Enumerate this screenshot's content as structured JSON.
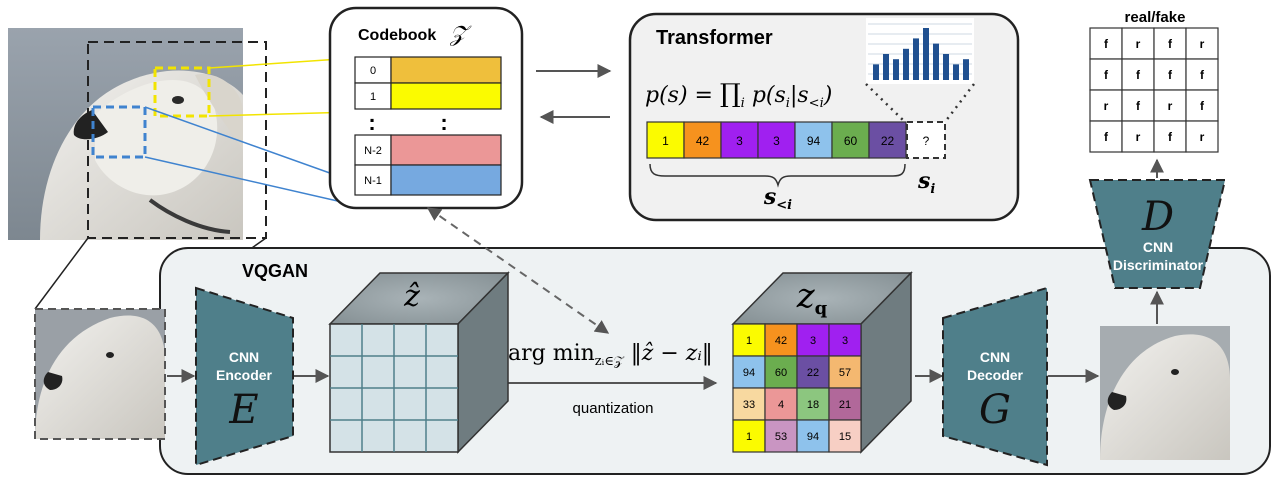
{
  "codebook": {
    "title": "Codebook",
    "symbol": "𝒵",
    "rows": [
      {
        "index": "0",
        "color": "#efbf3c"
      },
      {
        "index": "1",
        "color": "#fbfb00"
      },
      {
        "index": "N-2",
        "color": "#eb9797"
      },
      {
        "index": "N-1",
        "color": "#76a9e0"
      }
    ],
    "dots": ":"
  },
  "transformer": {
    "title": "Transformer",
    "formula_lhs": "p(s) = ",
    "formula_prod": "∏",
    "formula_sub": "i",
    "formula_rhs": " p(s",
    "formula_rhs_sub": "i",
    "formula_rhs2": "|s",
    "formula_rhs2_sub": "<i",
    "formula_close": ")",
    "tokens": [
      {
        "value": "1",
        "color": "#fbfb00"
      },
      {
        "value": "42",
        "color": "#f6921e"
      },
      {
        "value": "3",
        "color": "#a020f0"
      },
      {
        "value": "3",
        "color": "#a020f0"
      },
      {
        "value": "94",
        "color": "#8ec2ec"
      },
      {
        "value": "60",
        "color": "#6bad4f"
      },
      {
        "value": "22",
        "color": "#6b4fa3"
      }
    ],
    "next_token": "?",
    "brace_label": "s",
    "brace_sub": "<i",
    "next_label": "s",
    "next_sub": "i",
    "histogram": [
      3,
      5,
      4,
      6,
      8,
      10,
      7,
      5,
      3,
      4
    ]
  },
  "discriminator": {
    "heading": "real/fake",
    "grid": [
      [
        "f",
        "r",
        "f",
        "r"
      ],
      [
        "f",
        "f",
        "f",
        "f"
      ],
      [
        "r",
        "f",
        "r",
        "f"
      ],
      [
        "f",
        "r",
        "f",
        "r"
      ]
    ],
    "letter": "D",
    "line1": "CNN",
    "line2": "Discriminator"
  },
  "vqgan": {
    "title": "VQGAN",
    "encoder_line1": "CNN",
    "encoder_line2": "Encoder",
    "encoder_letter": "E",
    "decoder_line1": "CNN",
    "decoder_line2": "Decoder",
    "decoder_letter": "G",
    "zhat_label": "ẑ",
    "zq_label": "z",
    "zq_sub": "q",
    "argmin_text": "arg min",
    "argmin_sub": "zᵢ∈𝒵",
    "argmin_norm": " ‖ẑ − zᵢ‖",
    "quantization": "quantization",
    "zq_grid": [
      [
        {
          "v": "1",
          "c": "#fbfb00"
        },
        {
          "v": "42",
          "c": "#f6921e"
        },
        {
          "v": "3",
          "c": "#a020f0"
        },
        {
          "v": "3",
          "c": "#a020f0"
        }
      ],
      [
        {
          "v": "94",
          "c": "#8ec2ec"
        },
        {
          "v": "60",
          "c": "#6bad4f"
        },
        {
          "v": "22",
          "c": "#6b4fa3"
        },
        {
          "v": "57",
          "c": "#f4b870"
        }
      ],
      [
        {
          "v": "33",
          "c": "#f8d9a0"
        },
        {
          "v": "4",
          "c": "#eb9797"
        },
        {
          "v": "18",
          "c": "#8cc67f"
        },
        {
          "v": "21",
          "c": "#b1689a"
        }
      ],
      [
        {
          "v": "1",
          "c": "#fbfb00"
        },
        {
          "v": "53",
          "c": "#c995c2"
        },
        {
          "v": "94",
          "c": "#8ec2ec"
        },
        {
          "v": "15",
          "c": "#f7cfc4"
        }
      ]
    ]
  },
  "colors": {
    "teal": "#4f7f8a",
    "panel_bg": "#eef2f3",
    "transformer_bg": "#f1f1f1",
    "hist_bar": "#1f4f8f",
    "arrow": "#555555"
  }
}
